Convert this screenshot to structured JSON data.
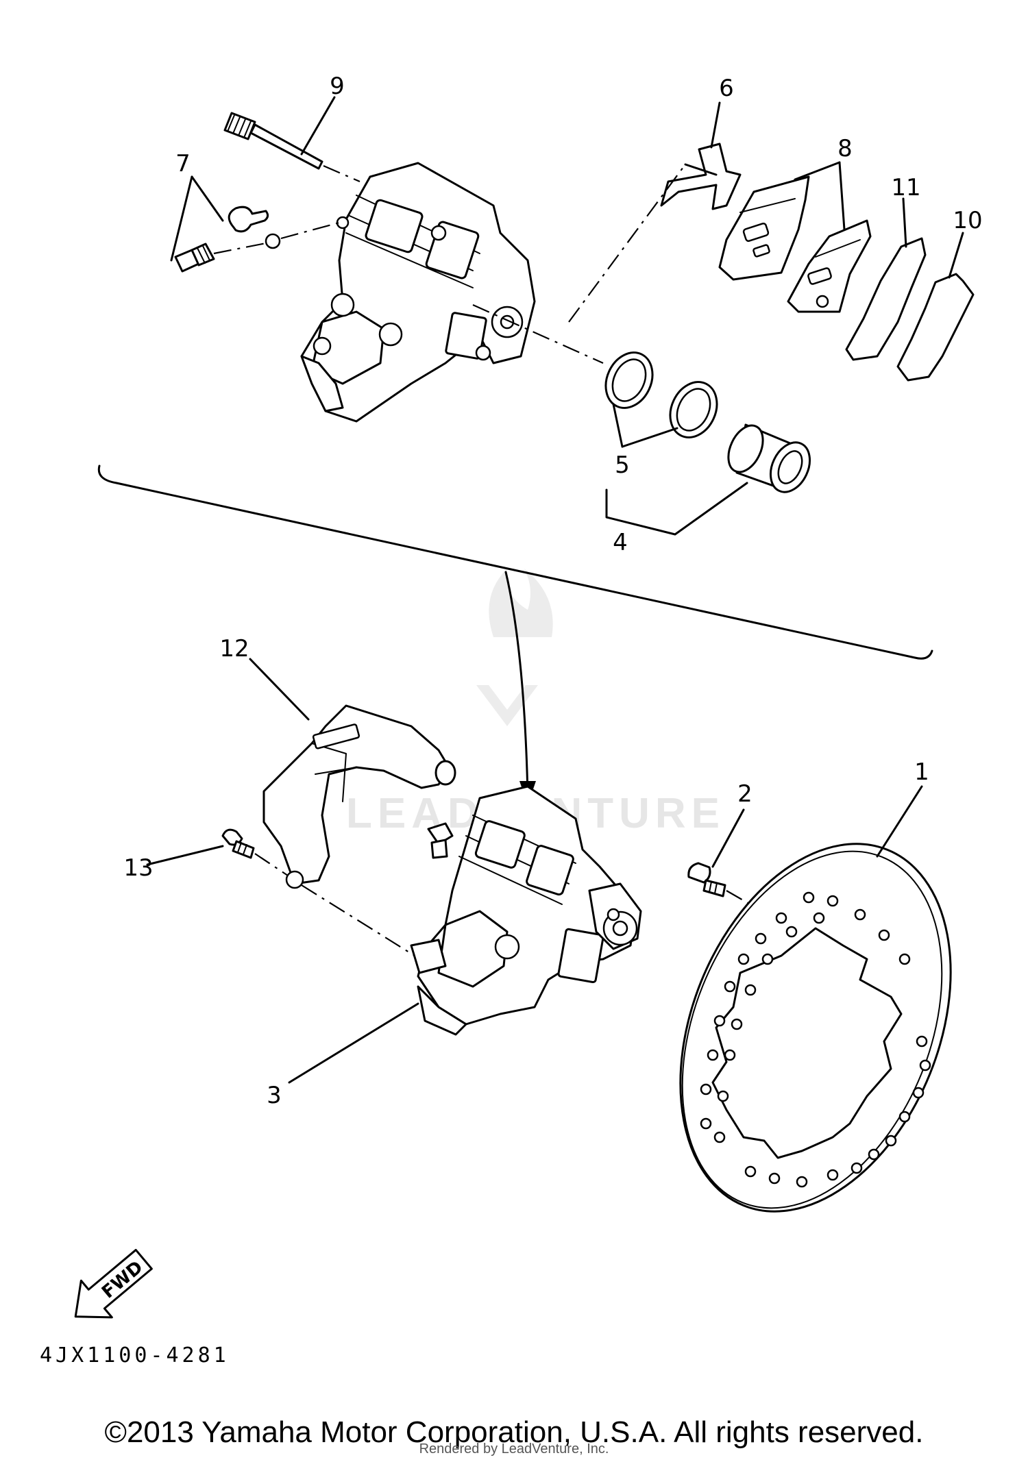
{
  "callouts": {
    "c1": "1",
    "c2": "2",
    "c3": "3",
    "c4": "4",
    "c5": "5",
    "c6": "6",
    "c7": "7",
    "c8": "8",
    "c9": "9",
    "c10": "10",
    "c11": "11",
    "c12": "12",
    "c13": "13"
  },
  "fwd_label": "FWD",
  "part_number": "4JX1100-4281",
  "watermark": "LEADVENTURE",
  "copyright": "©2013 Yamaha Motor Corporation, U.S.A. All rights reserved.",
  "rendered_by": "Rendered by LeadVenture, Inc."
}
